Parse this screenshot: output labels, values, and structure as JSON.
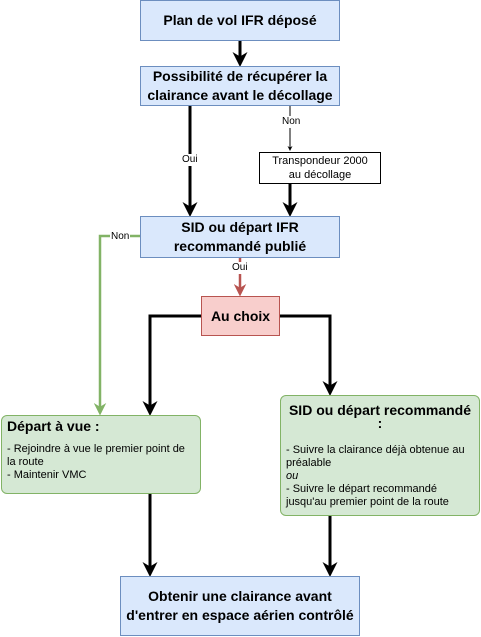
{
  "nodes": {
    "plan": "Plan de vol IFR déposé",
    "possibility": [
      "Possibilité de récupérer la",
      "clairance avant le décollage"
    ],
    "transponder": [
      "Transpondeur 2000",
      "au décollage"
    ],
    "sid": [
      "SID ou départ IFR",
      "recommandé publié"
    ],
    "choice": "Au choix",
    "visual": {
      "title": "Départ à vue :",
      "lines": [
        "- Rejoindre à vue le premier point de",
        "la route",
        "- Maintenir VMC"
      ]
    },
    "sid_recommended": {
      "title": "SID ou départ recommandé :",
      "lines": [
        "- Suivre la clairance déjà obtenue au",
        "préalable",
        "ou",
        "- Suivre le départ recommandé",
        "jusqu'au premier point de la route"
      ]
    },
    "final": [
      "Obtenir une clairance avant",
      "d'entrer en espace aérien contrôlé"
    ]
  },
  "edge_labels": {
    "non_top": "Non",
    "oui_left": "Oui",
    "non_left": "Non",
    "oui_mid": "Oui"
  },
  "colors": {
    "blue_fill": "#dae8fc",
    "blue_stroke": "#6c8ebf",
    "red_fill": "#f8cecc",
    "red_stroke": "#b85450",
    "green_fill": "#d5e8d4",
    "green_stroke": "#82b366"
  }
}
